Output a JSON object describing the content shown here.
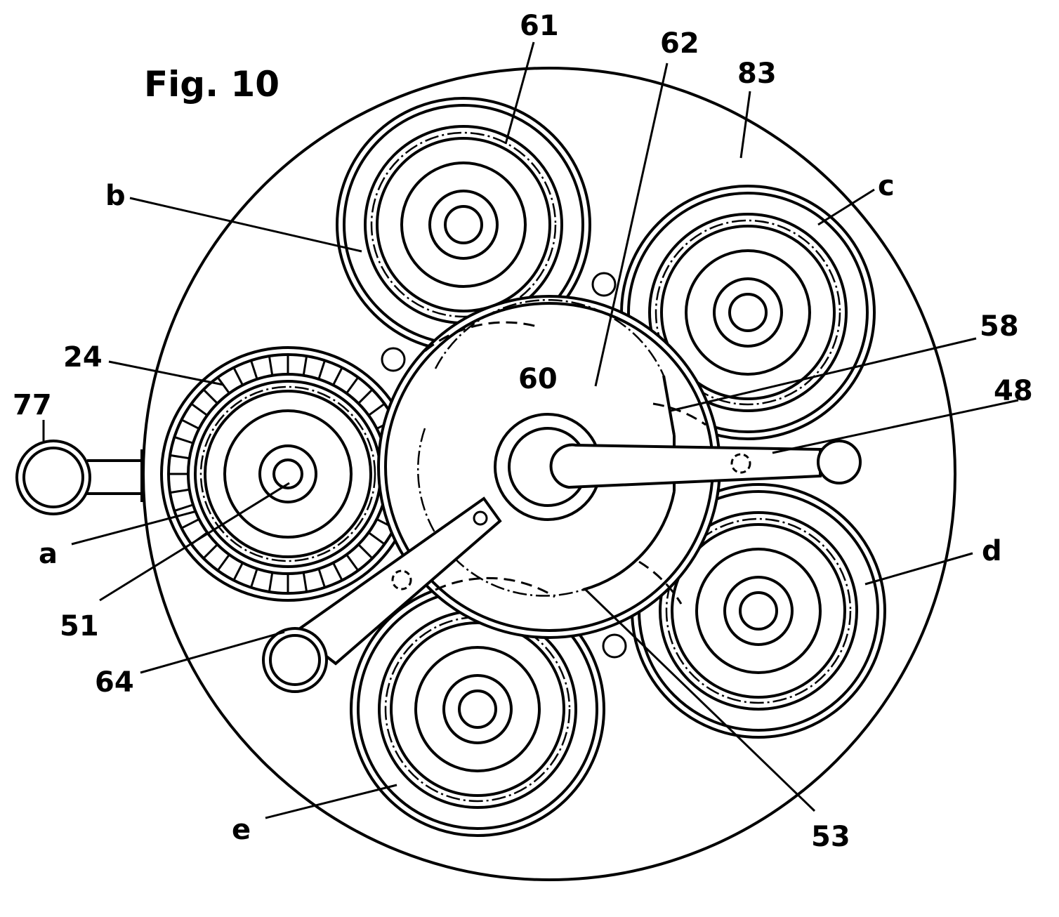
{
  "figure": {
    "title": "Fig. 10",
    "labels": {
      "l61": "61",
      "l62": "62",
      "l83": "83",
      "lb": "b",
      "lc": "c",
      "l58": "58",
      "l24": "24",
      "l60": "60",
      "l48": "48",
      "l77": "77",
      "la": "a",
      "ld": "d",
      "l51": "51",
      "l64": "64",
      "le": "e",
      "l53": "53"
    }
  }
}
